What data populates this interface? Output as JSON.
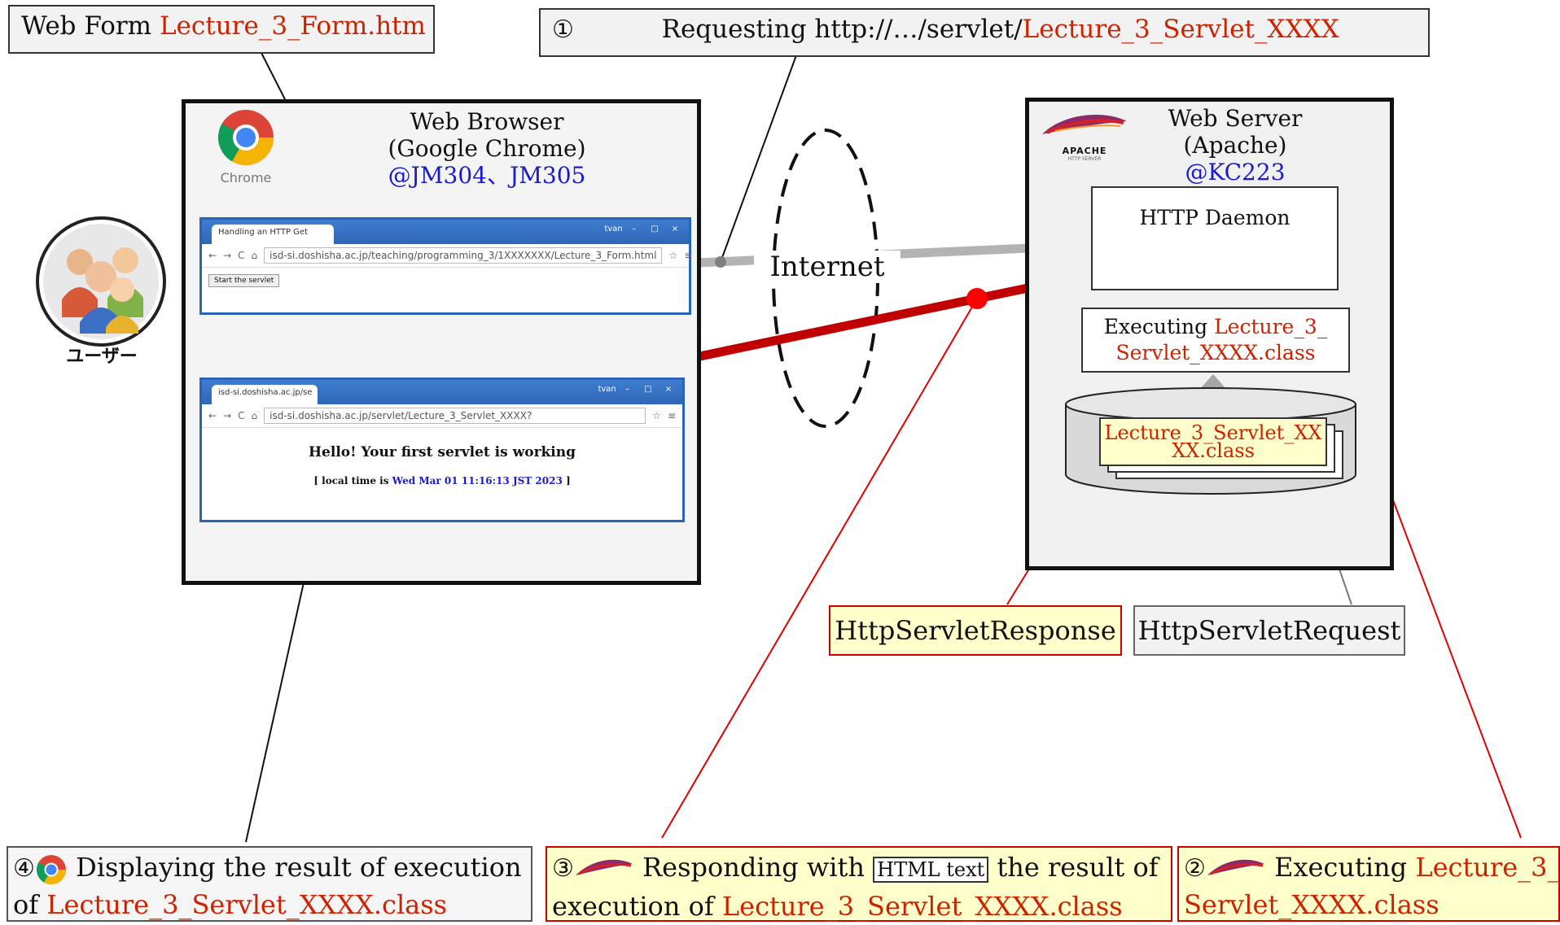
{
  "callouts": {
    "web_form": {
      "prefix": "Web Form ",
      "file": "Lecture_3_Form.htm"
    },
    "request": {
      "num": "①",
      "text": "Requesting http://…/servlet/",
      "servlet": "Lecture_3_Servlet_XXXX"
    },
    "display": {
      "num": "④",
      "text1": " Displaying the result of execution",
      "text2": "of ",
      "cls": "Lecture_3_Servlet_XXXX.class"
    },
    "respond": {
      "num": "③",
      "text1": " Responding with ",
      "html_text": "HTML text",
      "text2": " the result of",
      "text3": "execution of ",
      "cls": "Lecture_3_Servlet_XXXX.class"
    },
    "execute": {
      "num": "②",
      "text1": " Executing ",
      "cls1": "Lecture_3_",
      "cls2": "Servlet_XXXX.class"
    }
  },
  "browser": {
    "title1": "Web Browser",
    "title2": "(Google Chrome)",
    "location": "@JM304、JM305",
    "chrome_label": "Chrome",
    "window1": {
      "tab": "Handling an HTTP Get",
      "url": "isd-si.doshisha.ac.jp/teaching/programming_3/1XXXXXXX/Lecture_3_Form.html",
      "button": "Start the servlet",
      "user": "tvan"
    },
    "window2": {
      "tab": "isd-si.doshisha.ac.jp/se",
      "url": "isd-si.doshisha.ac.jp/servlet/Lecture_3_Servlet_XXXX?",
      "heading": "Hello! Your first servlet is working",
      "time_prefix": "[ local time is ",
      "time_value": "Wed Mar 01 11:16:13 JST 2023",
      "time_suffix": " ]",
      "user": "tvan"
    }
  },
  "user_label": "ユーザー",
  "internet_label": "Internet",
  "server": {
    "title1": "Web Server",
    "title2": "(Apache)",
    "location": "@KC223",
    "apache_label": "APACHE",
    "apache_sub": "HTTP SERVER",
    "daemon": "HTTP Daemon",
    "executing_prefix": "Executing ",
    "exec_cls1": "Lecture_3_",
    "exec_cls2": "Servlet_XXXX.class",
    "file1": "Lecture_3_Servlet_XX",
    "file2": "XX.class"
  },
  "objects": {
    "response": "HttpServletResponse",
    "request": "HttpServletRequest"
  },
  "colors": {
    "request_arrow": "#b3b3b3",
    "response_arrow": "#c00000",
    "dot_red": "#ff0000",
    "dot_grey": "#808080",
    "class_name": "#cc2200",
    "location": "#1a1acc"
  }
}
